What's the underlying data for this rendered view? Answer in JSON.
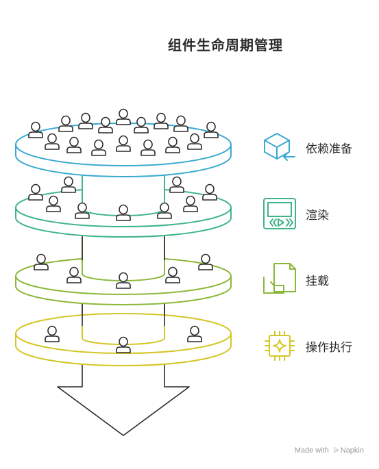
{
  "title": "组件生命周期管理",
  "layers": [
    {
      "label": "依赖准备",
      "color": "#3aa9d1",
      "icon": "cube-icon"
    },
    {
      "label": "渲染",
      "color": "#3fb587",
      "icon": "media-player-icon"
    },
    {
      "label": "挂载",
      "color": "#8bb83a",
      "icon": "document-tray-icon"
    },
    {
      "label": "操作执行",
      "color": "#d4c624",
      "icon": "chip-sparkle-icon"
    }
  ],
  "footer": {
    "text_before": "Made with",
    "logo": "Napkin"
  }
}
